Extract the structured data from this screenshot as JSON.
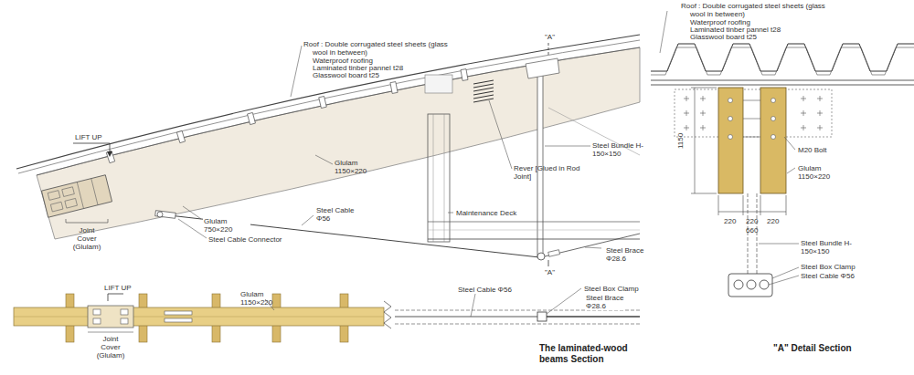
{
  "diagram": {
    "labels": [
      "Roof : Double corrugated steel sheets (glass wool in between)",
      "Waterproof roofing",
      "Laminated tinber pannel t28",
      "Glasswool board t25",
      "\"A\"",
      "\"A\"",
      "LIFT UP",
      "Rever [Glued in Rod Joint]",
      "Steel Bundle H-150×150",
      "Glulam 1150×220",
      "Glulam 750×220",
      "Maintenance Deck",
      "Steel Cable Φ56",
      "Joint Cover (Glulam)",
      "Steel Cable Connector",
      "Steel Brace Φ28.6",
      "LIFT UP",
      "Glulam 1150×220",
      "Steel Cable Φ56",
      "Steel Box Clamp",
      "Steel Brace Φ28.6",
      "Joint Cover (Glulam)",
      "The laminated-wood beams Section",
      "Roof : Double corrugated steel sheets (glass wool in between)",
      "Waterproof roofing",
      "Laminated tinber pannel t28",
      "Glasswool board t25",
      "1150",
      "M20 Bolt",
      "Glulam 1150×220",
      "220",
      "220",
      "220",
      "660",
      "Steel Bundle H-150×150",
      "Steel Box Clamp",
      "Steel Cable Φ56",
      "\"A\" Detail Section"
    ]
  }
}
